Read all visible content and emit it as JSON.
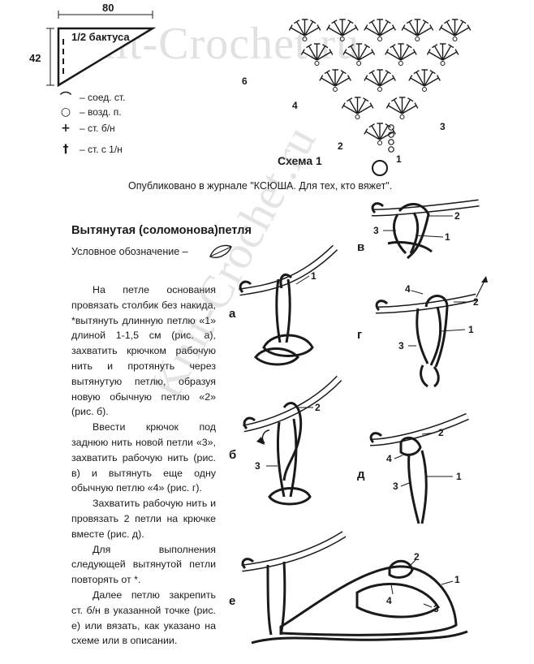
{
  "shawl_outline": {
    "width_label": "80",
    "height_label": "42",
    "inner_label": "1/2 бактуса"
  },
  "legend": [
    {
      "icon": "arc-symbol",
      "glyph": "⌒",
      "label": "– соед. ст."
    },
    {
      "icon": "circle-symbol",
      "glyph": "○",
      "label": "– возд. п."
    },
    {
      "icon": "plus-symbol",
      "glyph": "+",
      "label": "– ст. б/н"
    },
    {
      "icon": "dagger-symbol",
      "glyph": "†",
      "label": "– ст. с 1/н"
    }
  ],
  "scheme": {
    "title": "Схема 1",
    "row_numbers": [
      "1",
      "2",
      "3",
      "4",
      "6"
    ]
  },
  "publication_note": "Опубликовано в журнале \"КСЮША. Для тех, кто вяжет\".",
  "article": {
    "heading": "Вытянутая (соломонова)петля",
    "notation_label": "Условное обозначение –",
    "paragraphs": [
      "На петле основания провязать столбик без накида, *вытянуть длинную петлю «1» длиной 1-1,5 см (рис. а), захватить крючком рабочую нить и протянуть через вытянутую петлю, образуя новую обычную петлю «2» (рис. б).",
      "Ввести крючок под заднюю нить новой петли «3», захватить рабочую нить (рис. в) и вытянуть еще одну обычную петлю «4» (рис. г).",
      "Захватить рабочую нить и провязать 2 петли на крючке вместе (рис. д).",
      "Для выполнения следующей вытянутой петли повторять от *.",
      "Далее петлю закрепить ст. б/н в указанной точке (рис. е) или вязать, как указано на схеме или в описании."
    ]
  },
  "figures": {
    "a": {
      "label": "а",
      "numbers": [
        "1"
      ]
    },
    "b": {
      "label": "б",
      "numbers": [
        "2",
        "3"
      ]
    },
    "v": {
      "label": "в",
      "numbers": [
        "2",
        "3",
        "1"
      ]
    },
    "g": {
      "label": "г",
      "numbers": [
        "4",
        "2",
        "3",
        "1"
      ]
    },
    "d": {
      "label": "д",
      "numbers": [
        "2",
        "4",
        "3",
        "1"
      ]
    },
    "e": {
      "label": "е",
      "numbers": [
        "2",
        "4",
        "1",
        "3"
      ]
    }
  },
  "watermark": {
    "top": "Knit-Crochet.ru",
    "diagonal": "Knit-Crochet.ru"
  }
}
